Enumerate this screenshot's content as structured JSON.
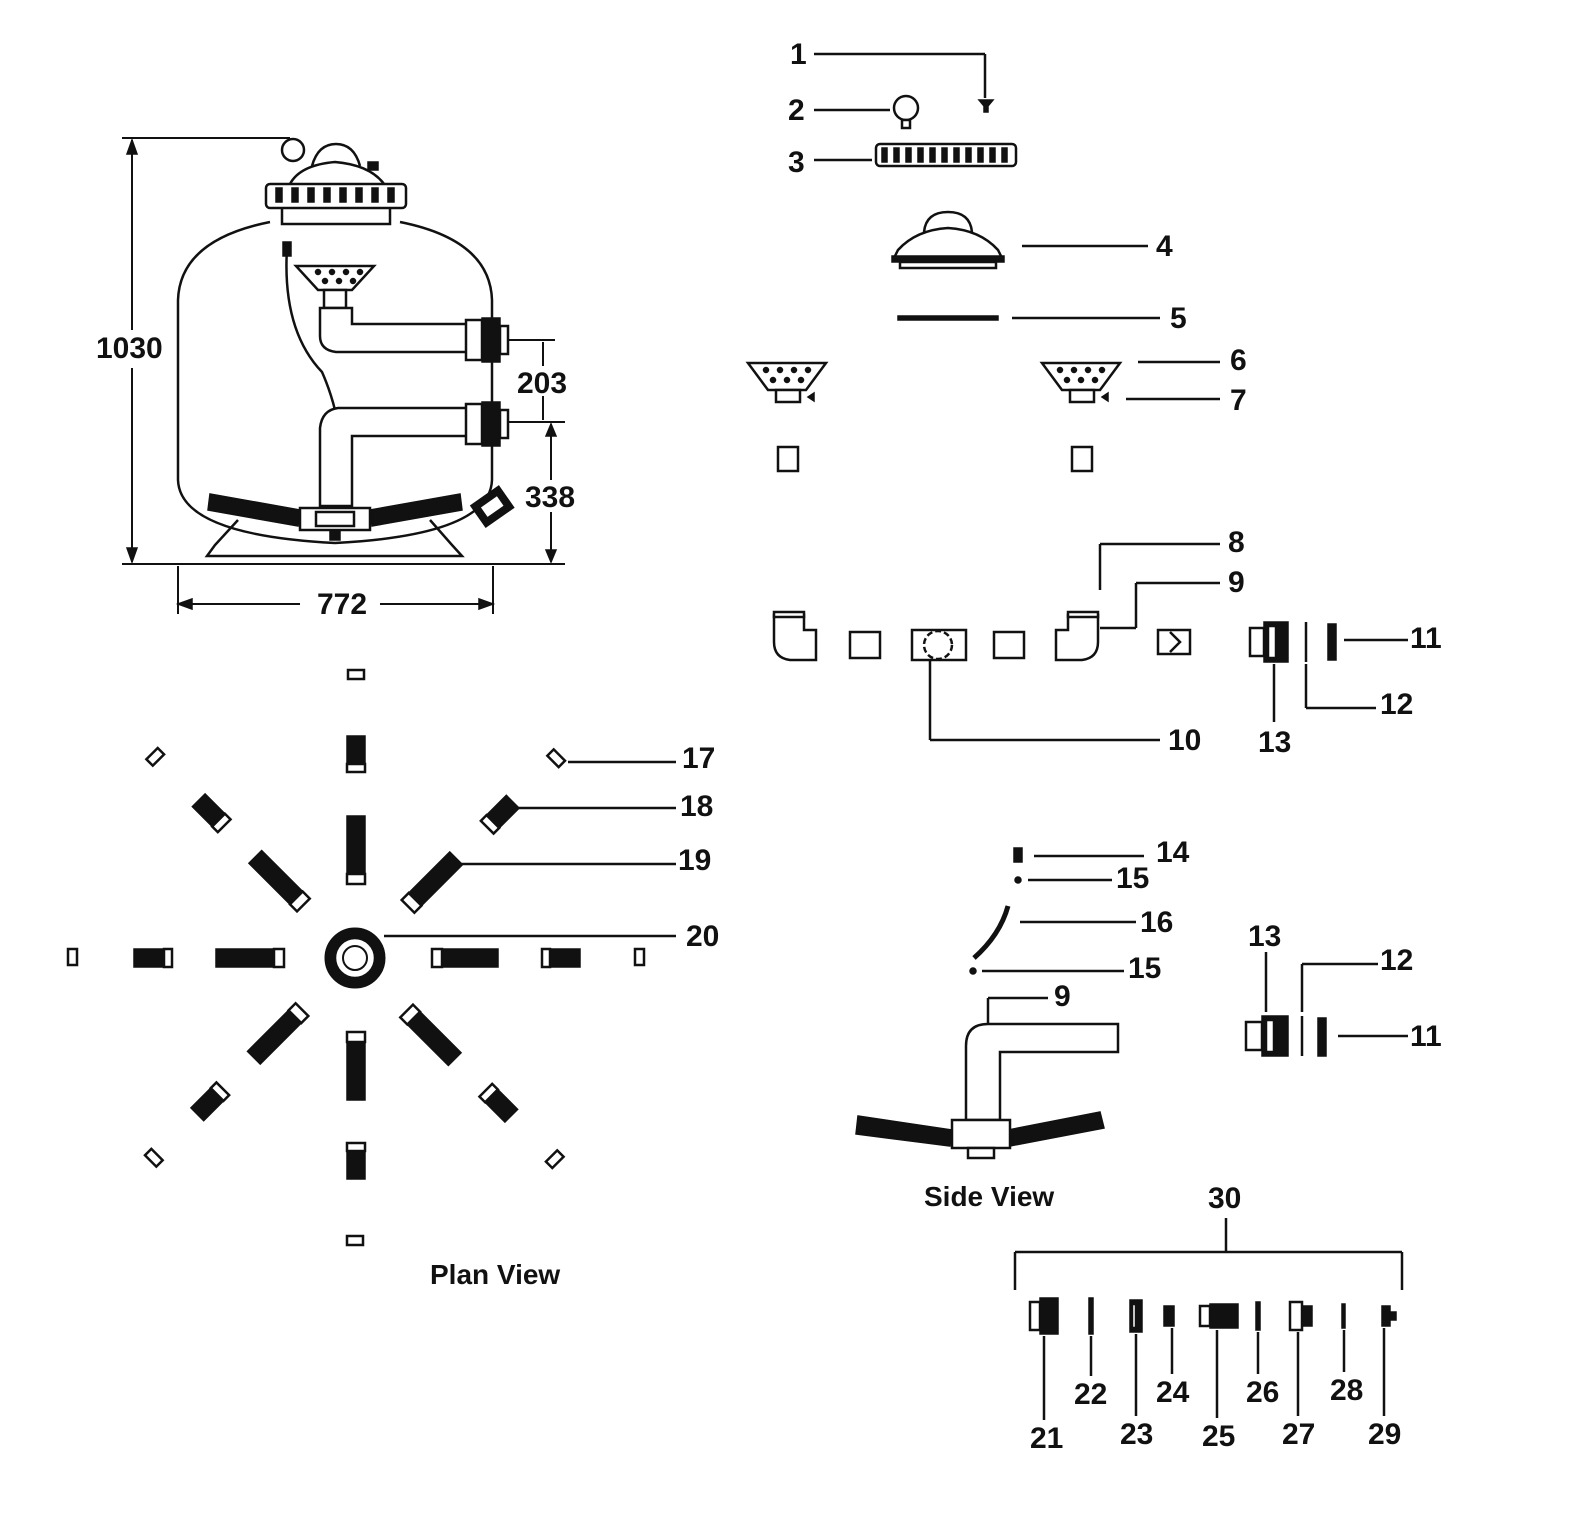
{
  "dimensions": {
    "height": "1030",
    "width": "772",
    "port_spacing": "203",
    "port_height": "338"
  },
  "captions": {
    "plan_view": "Plan View",
    "side_view": "Side View"
  },
  "callouts": [
    "1",
    "2",
    "3",
    "4",
    "5",
    "6",
    "7",
    "8",
    "9",
    "10",
    "11",
    "12",
    "13",
    "14",
    "15",
    "16",
    "17",
    "18",
    "19",
    "20",
    "21",
    "22",
    "23",
    "24",
    "25",
    "26",
    "27",
    "28",
    "29",
    "30"
  ],
  "callouts_repeat": {
    "n9": "9",
    "n11": "11",
    "n12": "12",
    "n13": "13",
    "n15": "15"
  }
}
